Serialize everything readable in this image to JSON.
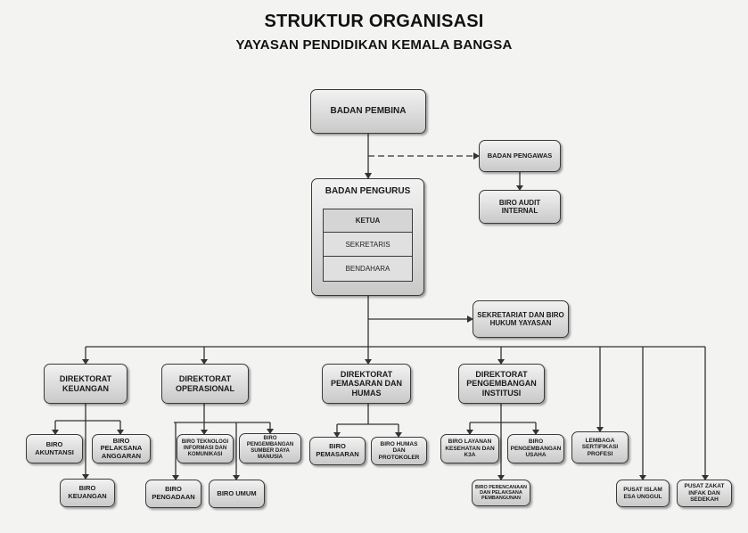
{
  "title": "STRUKTUR ORGANISASI",
  "subtitle": "YAYASAN PENDIDIKAN KEMALA BANGSA",
  "nodes": {
    "badan_pembina": "BADAN PEMBINA",
    "badan_pengawas": "BADAN PENGAWAS",
    "biro_audit": "BIRO AUDIT INTERNAL",
    "badan_pengurus": "BADAN PENGURUS",
    "ketua": "KETUA",
    "sekretaris": "SEKRETARIS",
    "bendahara": "BENDAHARA",
    "sekretariat": "SEKRETARIAT DAN BIRO HUKUM YAYASAN",
    "dir_keuangan": "DIREKTORAT KEUANGAN",
    "dir_operasional": "DIREKTORAT OPERASIONAL",
    "dir_pemasaran": "DIREKTORAT PEMASARAN DAN HUMAS",
    "dir_pengembangan": "DIREKTORAT PENGEMBANGAN INSTITUSI",
    "biro_akuntansi": "BIRO AKUNTANSI",
    "biro_pelaksana_anggaran": "BIRO PELAKSANA ANGGARAN",
    "biro_keuangan": "BIRO KEUANGAN",
    "biro_tik": "BIRO TEKNOLOGI INFORMASI DAN KOMUNIKASI",
    "biro_sdm": "BIRO PENGEMBANGAN SUMBER DAYA MANUSIA",
    "biro_pengadaan": "BIRO PENGADAAN",
    "biro_umum": "BIRO UMUM",
    "biro_pemasaran": "BIRO PEMASARAN",
    "biro_humas": "BIRO HUMAS DAN PROTOKOLER",
    "biro_layanan": "BIRO LAYANAN KESEHATAN DAN K3A",
    "biro_usaha": "BIRO PENGEMBANGAN USAHA",
    "biro_perencanaan": "BIRO PERENCANAAN DAN PELAKSANA PEMBANGUNAN",
    "lembaga_sertifikasi": "LEMBAGA SERTIFIKASI PROFESI",
    "pusat_islam": "PUSAT ISLAM ESA UNGGUL",
    "pusat_zakat": "PUSAT ZAKAT INFAK DAN SEDEKAH"
  }
}
